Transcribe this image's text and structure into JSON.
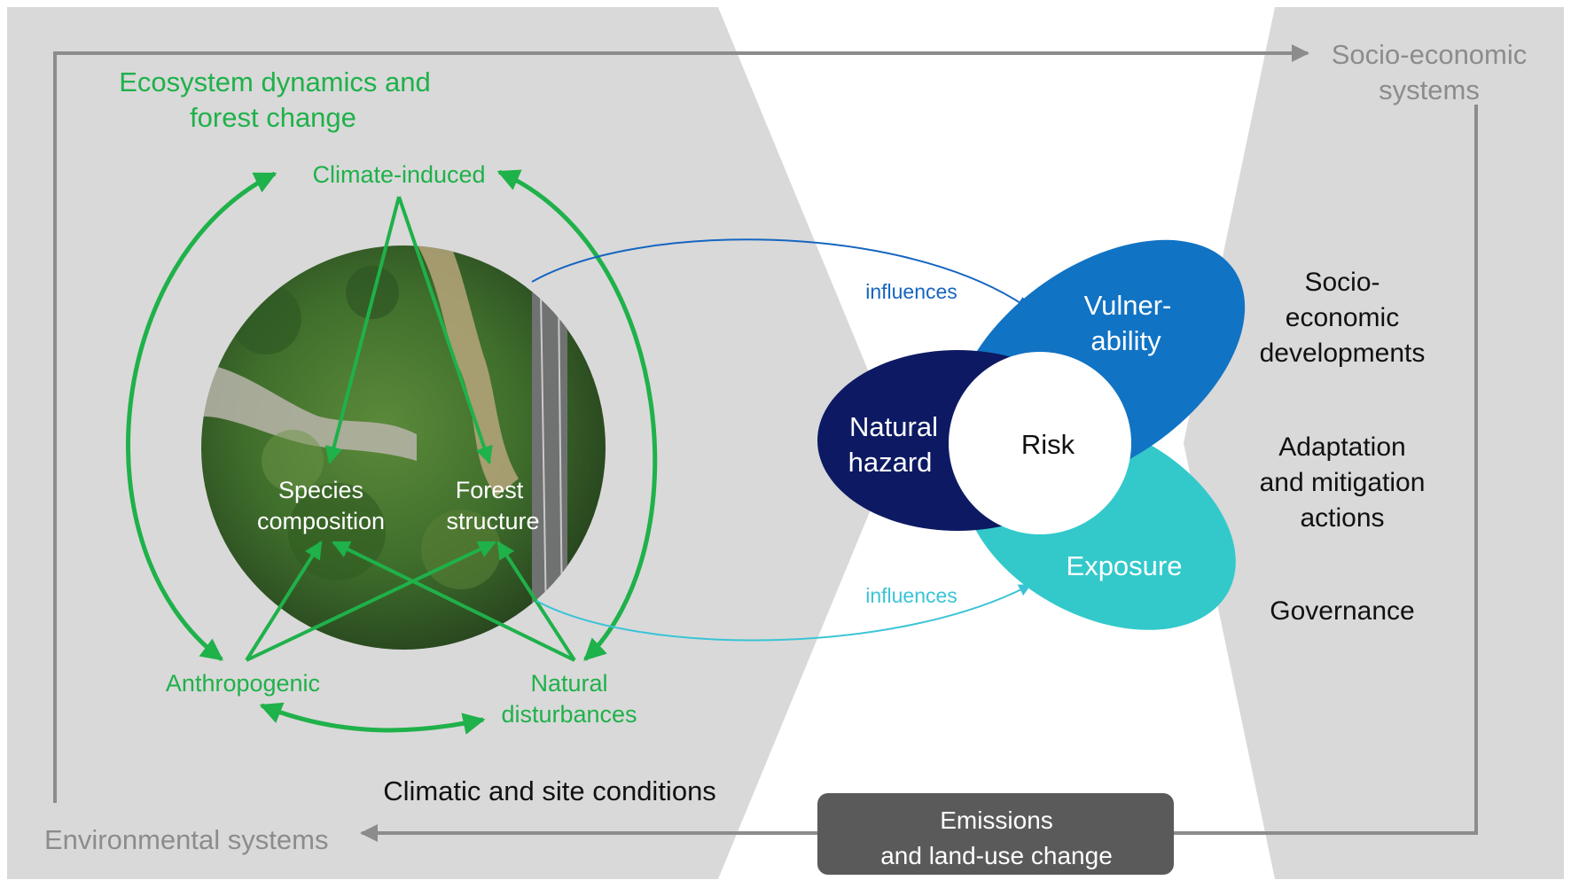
{
  "title": {
    "line1": "Ecosystem dynamics and",
    "line2": "forest change"
  },
  "drivers": {
    "climate": "Climate-induced",
    "anthropogenic": "Anthropogenic",
    "natural_line1": "Natural",
    "natural_line2": "disturbances"
  },
  "forest": {
    "species_line1": "Species",
    "species_line2": "composition",
    "structure_line1": "Forest",
    "structure_line2": "structure"
  },
  "conditions": "Climatic and site conditions",
  "systems": {
    "environmental": "Environmental systems",
    "socio_line1": "Socio-economic",
    "socio_line2": "systems"
  },
  "risk": {
    "center": "Risk",
    "hazard_line1": "Natural",
    "hazard_line2": "hazard",
    "vulner_line1": "Vulner-",
    "vulner_line2": "ability",
    "exposure": "Exposure",
    "influences_top": "influences",
    "influences_bottom": "influences"
  },
  "socio_items": {
    "dev_line1": "Socio-",
    "dev_line2": "economic",
    "dev_line3": "developments",
    "adapt_line1": "Adaptation",
    "adapt_line2": "and mitigation",
    "adapt_line3": "actions",
    "governance": "Governance"
  },
  "emissions": {
    "line1": "Emissions",
    "line2": "and land-use change"
  },
  "colors": {
    "green": "#1fb14a",
    "gray_panel": "#d9d9d9",
    "gray_text": "#8c8c8c",
    "hazard": "#0d1a63",
    "vulnerability": "#1173c4",
    "exposure": "#33c9cb",
    "influence_top": "#1565c0",
    "influence_bottom": "#39c4d6",
    "emissions_box": "#5a5a5a"
  }
}
